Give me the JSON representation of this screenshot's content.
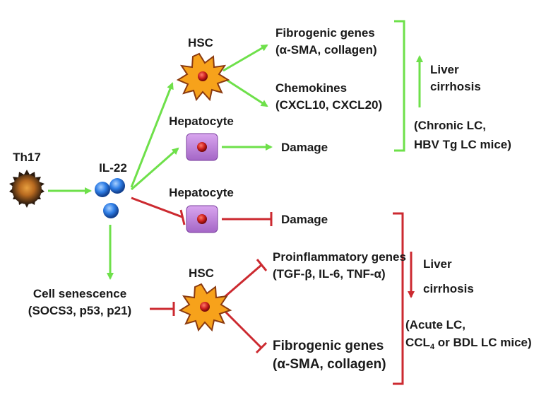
{
  "colors": {
    "activate": "#6ee04a",
    "inhibit": "#cc2a30",
    "text": "#1a1a1a",
    "hsc_fill": "#f7a21b",
    "hsc_stroke": "#8a3a10",
    "hepatocyte_fill": "#c58be0",
    "nucleus": "#cc1f1f",
    "il22_bead": "#2f7ee6"
  },
  "nodes": {
    "th17": "Th17",
    "il22": "IL-22",
    "hsc_top": "HSC",
    "hepatocyte_top": "Hepatocyte",
    "hepatocyte_bottom": "Hepatocyte",
    "hsc_bottom": "HSC",
    "senescence_line1": "Cell senescence",
    "senescence_line2": "(SOCS3, p53, p21)"
  },
  "outcomes_top": {
    "fibrogenic_line1": "Fibrogenic genes",
    "fibrogenic_line2": "(α-SMA, collagen)",
    "chemokines_line1": "Chemokines",
    "chemokines_line2": "(CXCL10, CXCL20)",
    "damage": "Damage",
    "cirrhosis_line1": "Liver",
    "cirrhosis_line2": "cirrhosis",
    "model_line1": "(Chronic LC,",
    "model_line2": "HBV Tg LC mice)"
  },
  "outcomes_bottom": {
    "damage": "Damage",
    "proinflammatory_line1": "Proinflammatory genes",
    "proinflammatory_line2": "(TGF-β, IL-6, TNF-α)",
    "fibrogenic_line1": "Fibrogenic genes",
    "fibrogenic_line2": "(α-SMA, collagen)",
    "cirrhosis_line1": "Liver",
    "cirrhosis_line2": "cirrhosis",
    "model_line1": "(Acute LC,",
    "model_line2_a": "CCL",
    "model_line2_sub": "4",
    "model_line2_b": " or BDL LC mice)"
  }
}
